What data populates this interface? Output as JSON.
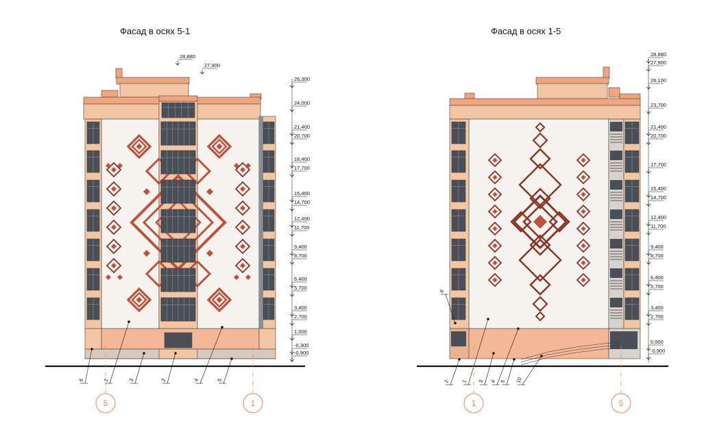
{
  "left_elevation": {
    "title": "Фасад в осях 5-1",
    "levels": [
      "28,880",
      "27,900",
      "26,300",
      "24,000",
      "21,400",
      "20,700",
      "18,400",
      "17,700",
      "15,400",
      "14,700",
      "12,400",
      "11,700",
      "9,400",
      "8,700",
      "6,400",
      "5,700",
      "3,400",
      "2,700",
      "1,000",
      "-0,300",
      "-0,900"
    ],
    "tags": [
      "6",
      "1",
      "3",
      "2",
      "4",
      "5"
    ],
    "axes": [
      "5",
      "1"
    ]
  },
  "right_elevation": {
    "title": "Фасад в осях 1-5",
    "levels": [
      "28,880",
      "27,900",
      "26,100",
      "23,700",
      "21,400",
      "20,700",
      "17,700",
      "15,400",
      "14,700",
      "12,400",
      "11,700",
      "9,400",
      "8,700",
      "6,400",
      "5,700",
      "3,400",
      "2,700",
      "0,000",
      "-0,900"
    ],
    "tags": [
      "6",
      "2",
      "1",
      "3",
      "4",
      "5",
      "10"
    ],
    "axes": [
      "1",
      "5"
    ]
  },
  "colors": {
    "wall_light": "#f6f3ee",
    "peach": "#f2c6a2",
    "salmon": "#f0a57c",
    "ornament_red": "#c0503a",
    "ornament_brown": "#8a3324",
    "window_dark": "#4a4f57",
    "axis_orange": "#e8875a"
  }
}
